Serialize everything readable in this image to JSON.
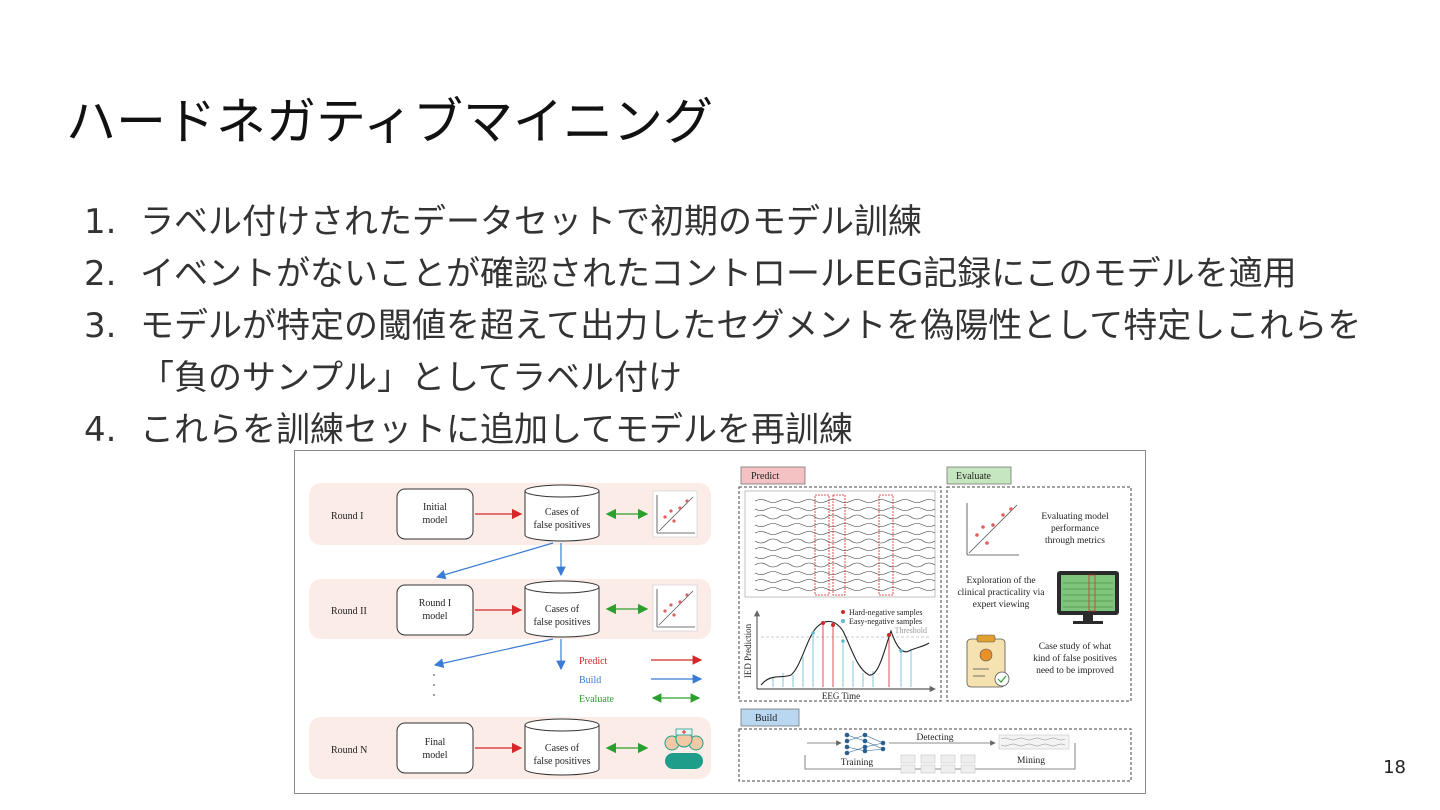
{
  "slide": {
    "title": "ハードネガティブマイニング",
    "page_number": "18",
    "steps": [
      {
        "num": "1.",
        "text": "ラベル付けされたデータセットで初期のモデル訓練"
      },
      {
        "num": "2.",
        "text": "イベントがないことが確認されたコントロールEEG記録にこのモデルを適用"
      },
      {
        "num": "3.",
        "text": "モデルが特定の閾値を超えて出力したセグメントを偽陽性として特定しこれらを「負のサンプル」としてラベル付け"
      },
      {
        "num": "4.",
        "text": "これらを訓練セットに追加してモデルを再訓練"
      }
    ]
  },
  "figure": {
    "rounds": [
      {
        "label": "Round I",
        "model": [
          "Initial",
          "model"
        ],
        "cases": [
          "Cases of",
          "false positives"
        ]
      },
      {
        "label": "Round II",
        "model": [
          "Round I",
          "model"
        ],
        "cases": [
          "Cases of",
          "false positives"
        ]
      },
      {
        "label": "Round N",
        "model": [
          "Final",
          "model"
        ],
        "cases": [
          "Cases of",
          "false positives"
        ]
      }
    ],
    "legend": [
      {
        "label": "Predict",
        "color": "#d62728"
      },
      {
        "label": "Build",
        "color": "#3a7bd5"
      },
      {
        "label": "Evaluate",
        "color": "#2ca02c"
      }
    ],
    "predict": {
      "tag": "Predict",
      "tag_color": "#f4c2c2",
      "hard_negative": "Hard-negative samples",
      "easy_negative": "Easy-negative samples",
      "threshold": "Threshold",
      "ylabel": "IED Prediction",
      "xlabel": "EEG Time"
    },
    "evaluate": {
      "tag": "Evaluate",
      "tag_color": "#c6e6c0",
      "item1": [
        "Evaluating model",
        "performance",
        "through metrics"
      ],
      "item2": [
        "Exploration of the",
        "clinical practicality via",
        "expert viewing"
      ],
      "item3": [
        "Case study of what",
        "kind of false positives",
        "need to be improved"
      ]
    },
    "build": {
      "tag": "Build",
      "tag_color": "#b9d7f0",
      "detecting": "Detecting",
      "training": "Training",
      "mining": "Mining"
    }
  }
}
